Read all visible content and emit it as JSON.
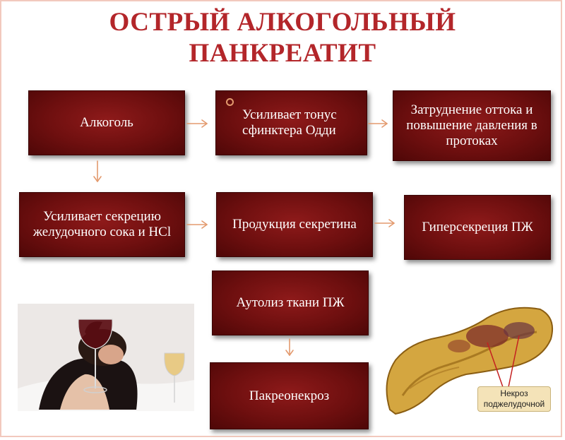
{
  "title": {
    "line1": "ОСТРЫЙ АЛКОГОЛЬНЫЙ",
    "line2": "ПАНКРЕАТИТ"
  },
  "boxes": {
    "alcohol": "Алкоголь",
    "oddi_tone": "Усиливает тонус сфинктера Одди",
    "outflow_difficulty": "Затруднение оттока и повышение давления в протоках",
    "gastric_secretion": "Усиливает секрецию желудочного сока и HCl",
    "secretin_production": "Продукция секретина",
    "hypersecretion": "Гиперсекреция ПЖ",
    "autolysis": "Аутолиз ткани ПЖ",
    "pancreonecrosis": "Пакреонекроз"
  },
  "figure_label": {
    "line1": "Некроз",
    "line2": "поджелудочной"
  },
  "colors": {
    "title": "#b3262a",
    "box_fill": "#7a1212",
    "arrow": "#e39a6e",
    "label_fill": "#f4e3b8"
  }
}
